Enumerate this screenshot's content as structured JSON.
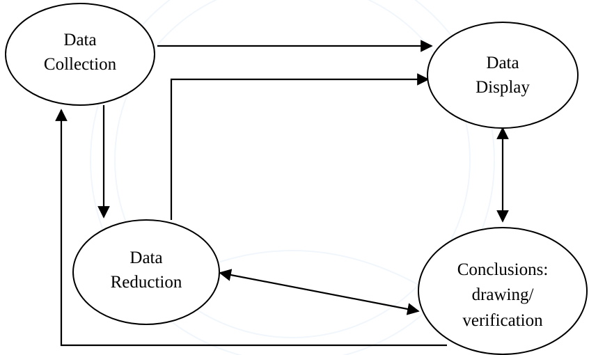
{
  "nodes": {
    "data_collection": {
      "lines": [
        "Data",
        "Collection"
      ]
    },
    "data_display": {
      "lines": [
        "Data",
        "Display"
      ]
    },
    "data_reduction": {
      "lines": [
        "Data",
        "Reduction"
      ]
    },
    "conclusions": {
      "lines": [
        "Conclusions:",
        "drawing/",
        "verification"
      ]
    }
  },
  "edges": [
    {
      "from": "data_collection",
      "to": "data_display",
      "direction": "one-way"
    },
    {
      "from": "data_collection",
      "to": "data_reduction",
      "direction": "one-way"
    },
    {
      "from": "data_reduction",
      "to": "data_display",
      "direction": "one-way"
    },
    {
      "from": "data_display",
      "to": "conclusions",
      "direction": "two-way"
    },
    {
      "from": "data_reduction",
      "to": "conclusions",
      "direction": "two-way"
    },
    {
      "from": "conclusions",
      "to": "data_collection",
      "direction": "one-way"
    }
  ],
  "colors": {
    "stroke": "#000000",
    "text": "#000000",
    "background": "#ffffff",
    "watermark": "#c9dff2"
  }
}
